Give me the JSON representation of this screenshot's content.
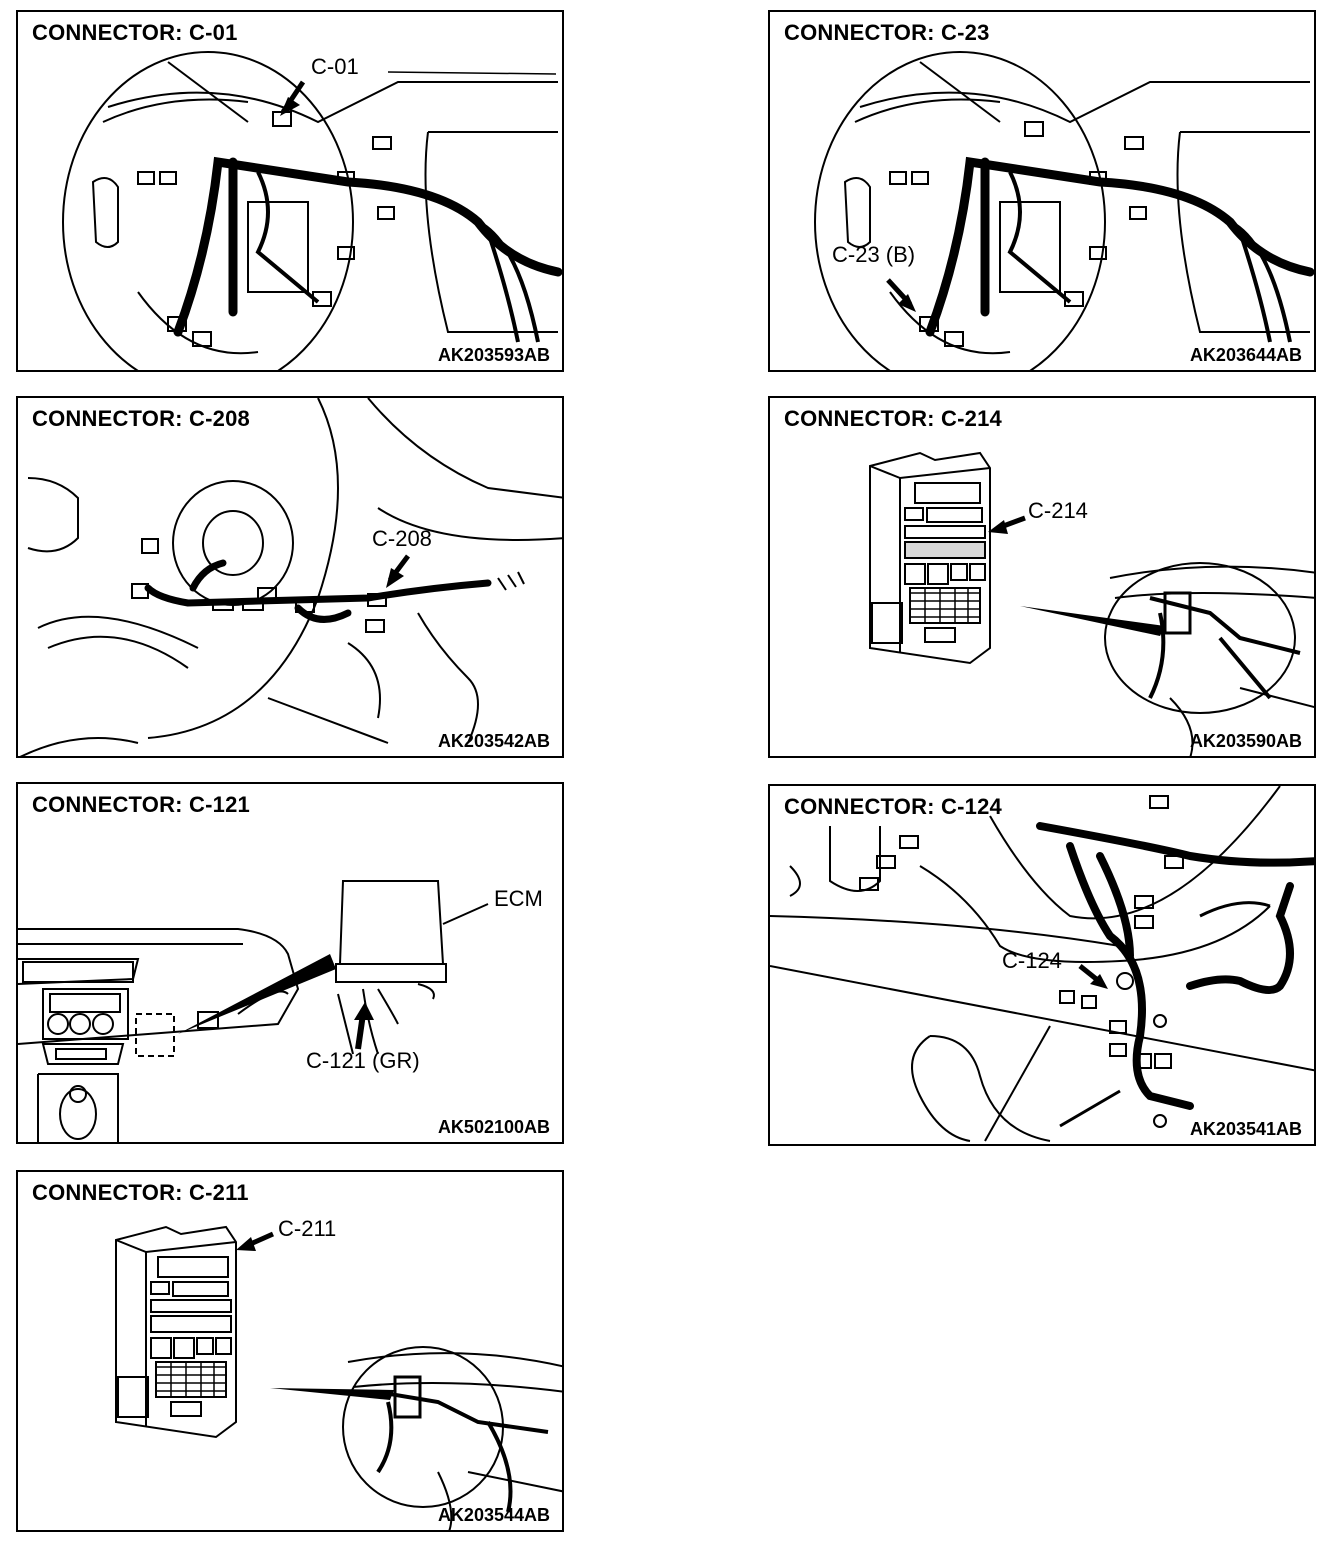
{
  "panels": [
    {
      "title": "CONNECTOR: C-01",
      "code": "AK203593AB",
      "callouts": [
        "C-01"
      ]
    },
    {
      "title": "CONNECTOR: C-23",
      "code": "AK203644AB",
      "callouts": [
        "C-23 (B)"
      ]
    },
    {
      "title": "CONNECTOR: C-208",
      "code": "AK203542AB",
      "callouts": [
        "C-208"
      ]
    },
    {
      "title": "CONNECTOR: C-214",
      "code": "AK203590AB",
      "callouts": [
        "C-214"
      ]
    },
    {
      "title": "CONNECTOR: C-121",
      "code": "AK502100AB",
      "callouts": [
        "ECM",
        "C-121 (GR)"
      ]
    },
    {
      "title": "CONNECTOR: C-124",
      "code": "AK203541AB",
      "callouts": [
        "C-124"
      ]
    },
    {
      "title": "CONNECTOR: C-211",
      "code": "AK203544AB",
      "callouts": [
        "C-211"
      ]
    }
  ]
}
